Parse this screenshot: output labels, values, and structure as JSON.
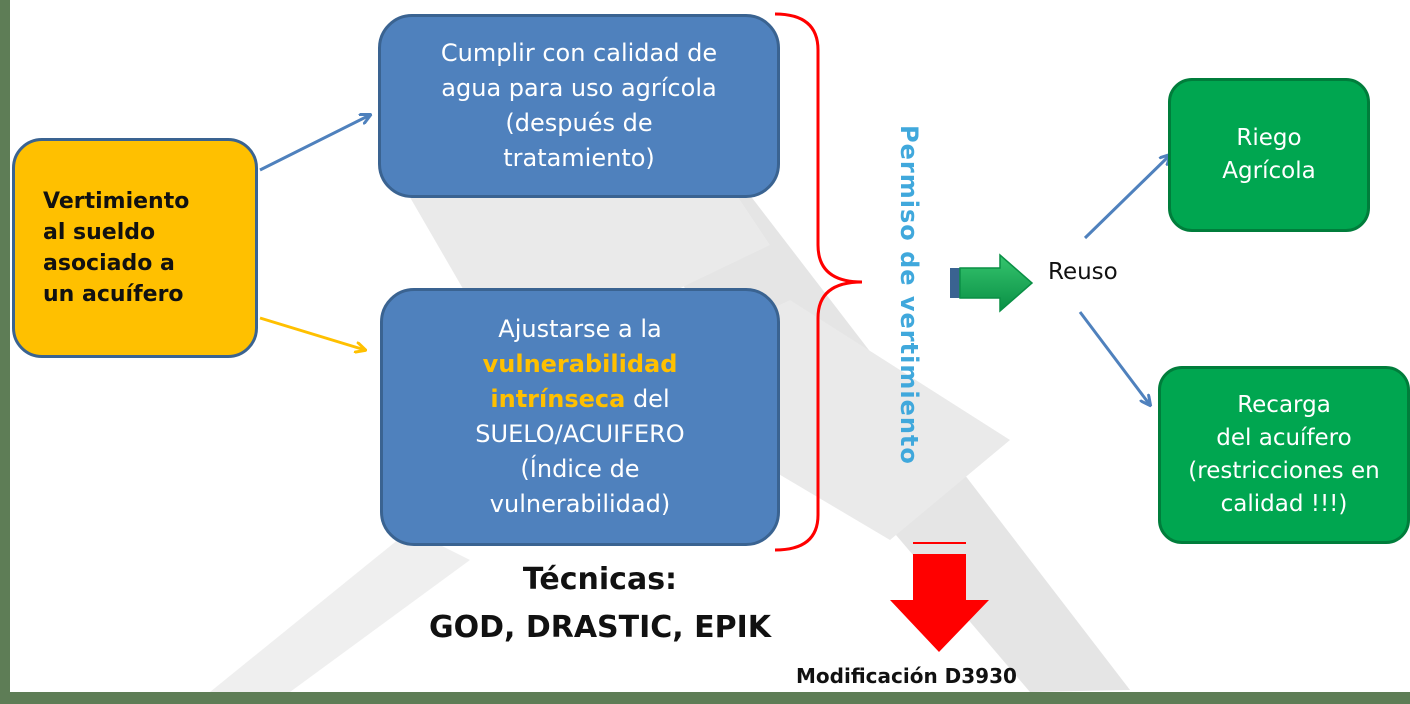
{
  "source_box": {
    "lines": [
      "Vertimiento",
      "al sueldo",
      "asociado a",
      "un acuífero"
    ]
  },
  "condition_top": {
    "lines": [
      "Cumplir con calidad de",
      "agua para uso agrícola",
      "(después de",
      "tratamiento)"
    ]
  },
  "condition_bottom": {
    "line1": "Ajustarse a la",
    "highlight1": "vulnerabilidad",
    "highlight2": "intrínseca",
    "line3_rest": " del",
    "line4": "SUELO/ACUIFERO",
    "line5": "(Índice de",
    "line6": "vulnerabilidad)"
  },
  "permit_label": "Permiso de vertimiento",
  "reuse_label": "Reuso",
  "outcome_top": {
    "lines": [
      "Riego",
      "Agrícola"
    ]
  },
  "outcome_bottom": {
    "lines": [
      "Recarga",
      "del acuífero",
      "(restricciones en",
      "calidad !!!)"
    ]
  },
  "techniques": {
    "line1": "Técnicas:",
    "line2": "GOD, DRASTIC, EPIK"
  },
  "modification_label": "Modificación D3930",
  "colors": {
    "blue_box": "#4f81bd",
    "green_box": "#00a650",
    "orange_box": "#ffc000",
    "brace": "#ff0000",
    "arrow_blue": "#4f81bd",
    "arrow_orange": "#ffc000",
    "down_arrow": "#ff0000",
    "permit_text": "#40a8dc",
    "frame": "#5e7d56"
  }
}
